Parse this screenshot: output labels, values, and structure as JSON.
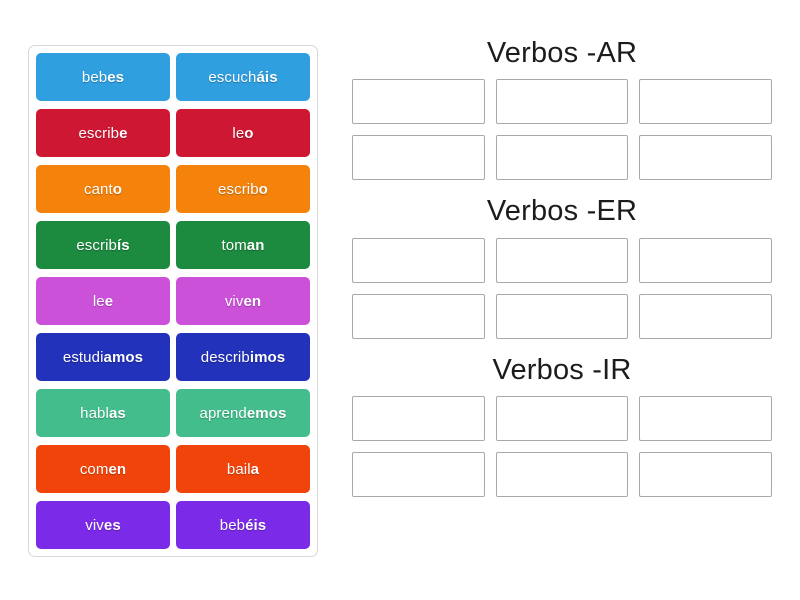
{
  "activity": {
    "type": "group-sort-drag-and-drop",
    "background_color": "#ffffff"
  },
  "tile_panel": {
    "name": "word-tile-tray",
    "border_color": "#d8d8d8",
    "rows": [
      {
        "color": "#2f9fe0",
        "tiles": [
          {
            "stem": "beb",
            "ending": "es",
            "full": "bebes"
          },
          {
            "stem": "escuch",
            "ending": "áis",
            "full": "escucháis"
          }
        ]
      },
      {
        "color": "#ce1733",
        "tiles": [
          {
            "stem": "escrib",
            "ending": "e",
            "full": "escribe"
          },
          {
            "stem": "le",
            "ending": "o",
            "full": "leo"
          }
        ]
      },
      {
        "color": "#f4820b",
        "tiles": [
          {
            "stem": "cant",
            "ending": "o",
            "full": "canto"
          },
          {
            "stem": "escrib",
            "ending": "o",
            "full": "escribo"
          }
        ]
      },
      {
        "color": "#1c8a3f",
        "tiles": [
          {
            "stem": "escrib",
            "ending": "ís",
            "full": "escribís"
          },
          {
            "stem": "tom",
            "ending": "an",
            "full": "toman"
          }
        ]
      },
      {
        "color": "#cc51d9",
        "tiles": [
          {
            "stem": "le",
            "ending": "e",
            "full": "lee"
          },
          {
            "stem": "viv",
            "ending": "en",
            "full": "viven"
          }
        ]
      },
      {
        "color": "#2332bb",
        "tiles": [
          {
            "stem": "estudi",
            "ending": "amos",
            "full": "estudiamos"
          },
          {
            "stem": "describ",
            "ending": "imos",
            "full": "describimos"
          }
        ]
      },
      {
        "color": "#43bd8c",
        "tiles": [
          {
            "stem": "habl",
            "ending": "as",
            "full": "hablas"
          },
          {
            "stem": "aprend",
            "ending": "emos",
            "full": "aprendemos"
          }
        ]
      },
      {
        "color": "#f1440b",
        "tiles": [
          {
            "stem": "com",
            "ending": "en",
            "full": "comen"
          },
          {
            "stem": "bail",
            "ending": "a",
            "full": "baila"
          }
        ]
      },
      {
        "color": "#7b2ae8",
        "tiles": [
          {
            "stem": "viv",
            "ending": "es",
            "full": "vives"
          },
          {
            "stem": "beb",
            "ending": "éis",
            "full": "bebéis"
          }
        ]
      }
    ]
  },
  "categories": [
    {
      "title": "Verbos -AR",
      "slot_count": 6,
      "slots": [
        "",
        "",
        "",
        "",
        "",
        ""
      ]
    },
    {
      "title": "Verbos -ER",
      "slot_count": 6,
      "slots": [
        "",
        "",
        "",
        "",
        "",
        ""
      ]
    },
    {
      "title": "Verbos -IR",
      "slot_count": 6,
      "slots": [
        "",
        "",
        "",
        "",
        "",
        ""
      ]
    }
  ],
  "colors": {
    "slot_border": "#a9a9a9",
    "title_text": "#1c1c1c",
    "tile_text": "#ffffff"
  }
}
